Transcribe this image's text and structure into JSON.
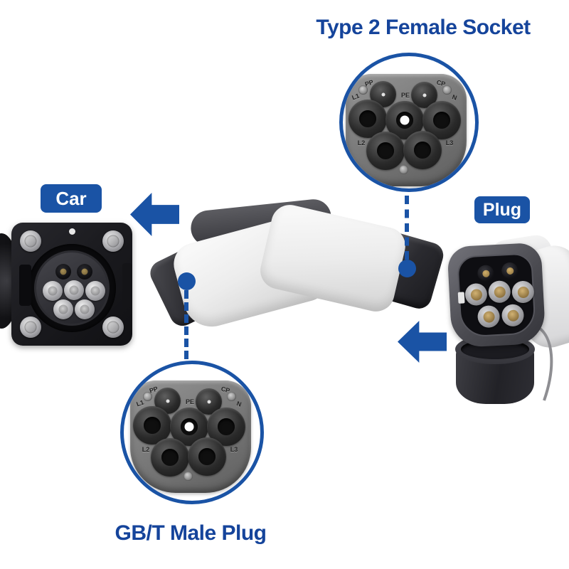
{
  "diagram": {
    "top_title": "Type 2 Female Socket",
    "bottom_title": "GB/T Male Plug",
    "car_label": "Car",
    "plug_label": "Plug"
  },
  "type2_face": {
    "pp": "PP",
    "cp": "CP",
    "l1": "L1",
    "pe": "PE",
    "n": "N",
    "l2": "L2",
    "l3": "L3"
  },
  "gbt_face": {
    "pp": "PP",
    "cp": "CP",
    "l1": "L1",
    "pe": "PE",
    "n": "N",
    "l2": "L2",
    "l3": "L3"
  },
  "icons": {
    "car_arrow": "arrow-left",
    "plug_arrow": "arrow-left",
    "top_callout": "magnified-socket-view",
    "bottom_callout": "magnified-plug-view"
  },
  "colors": {
    "accent_blue": "#1a53a5",
    "title_text_blue": "#15449b",
    "label_text": "#ffffff",
    "background": "#ffffff"
  }
}
